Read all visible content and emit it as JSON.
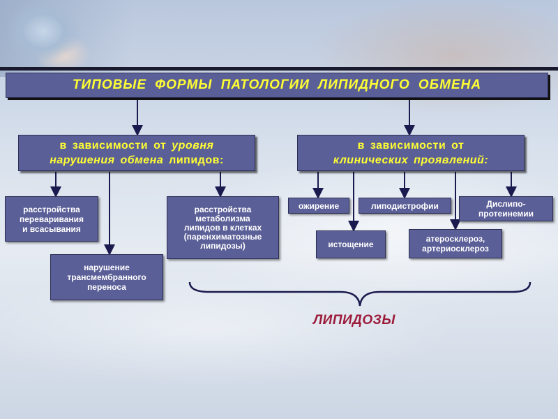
{
  "title": "ТИПОВЫЕ  ФОРМЫ  ПАТОЛОГИИ  ЛИПИДНОГО  ОБМЕНА",
  "category_level": {
    "line1_plain": "в  зависимости  от ",
    "line1_em": "уровня",
    "line2_em": "нарушения обмена",
    "line2_plain": " липидов:"
  },
  "category_clinical": {
    "line1": "в   зависимости   от",
    "line2": "клинических  проявлений:"
  },
  "boxes": {
    "digestion_absorption": [
      "расстройства",
      "переваривания",
      "и всасывания"
    ],
    "transmembrane_transport": [
      "нарушение",
      "трансмембранного",
      "переноса"
    ],
    "cell_metabolism": [
      "расстройства",
      "метаболизма",
      "липидов в клетках",
      "(паренхиматозные",
      "липидозы)"
    ],
    "obesity": "ожирение",
    "lipodystrophy": "липодистрофии",
    "dyslipoproteinemia": [
      "Дислипо-",
      "протеинемии"
    ],
    "exhaustion": "истощение",
    "atherosclerosis": [
      "атеросклероз,",
      "артериосклероз"
    ]
  },
  "brace_label": "ЛИПИДОЗЫ",
  "colors": {
    "box_fill": "#5b5f97",
    "title_text": "#ffff33",
    "connector": "#1a1a4e",
    "brace_label": "#9b1b3b"
  }
}
